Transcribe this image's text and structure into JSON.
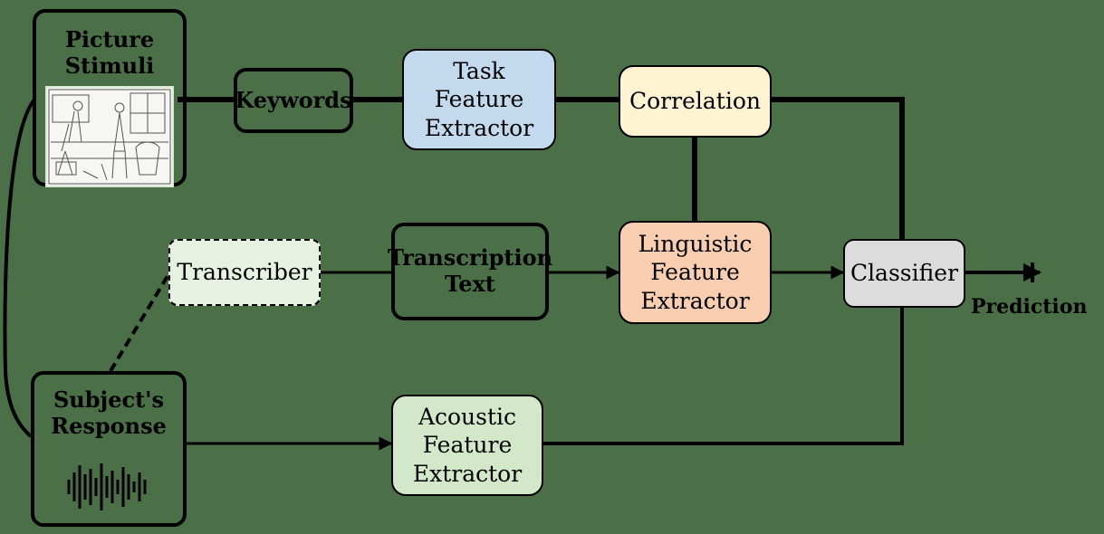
{
  "nodes": {
    "picture_stimuli": "Picture Stimuli",
    "keywords": "Keywords",
    "task_feature_extractor": [
      "Task",
      "Feature",
      "Extractor"
    ],
    "correlation": "Correlation",
    "transcriber": "Transcriber",
    "transcription_text": [
      "Transcription",
      "Text"
    ],
    "linguistic_feature_extractor": [
      "Linguistic",
      "Feature",
      "Extractor"
    ],
    "classifier": "Classifier",
    "subjects_response": [
      "Subject's",
      "Response"
    ],
    "acoustic_feature_extractor": [
      "Acoustic",
      "Feature",
      "Extractor"
    ]
  },
  "outputs": {
    "prediction": "Prediction"
  },
  "colors": {
    "task": "#c3d9ee",
    "correlation": "#fff3d2",
    "transcriber": "#e7f1e1",
    "linguistic": "#f8cdb0",
    "classifier": "#dcdcdc",
    "acoustic": "#d3e8c8",
    "background": "#4b7047"
  },
  "icons": {
    "picture": "cookie-theft-picture-icon",
    "waveform": "audio-waveform-icon"
  }
}
